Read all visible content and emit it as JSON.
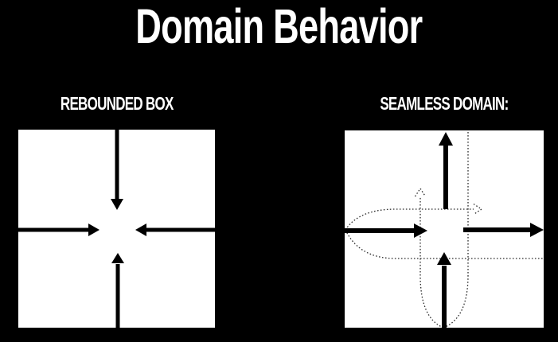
{
  "title": "Domain Behavior",
  "panels": {
    "left": {
      "label": "REBOUNDED BOX",
      "arrows": [
        {
          "name": "top-arrow",
          "direction": "down",
          "meaning": "velocity pushed inward from top edge"
        },
        {
          "name": "left-arrow",
          "direction": "right",
          "meaning": "velocity pushed inward from left edge"
        },
        {
          "name": "right-arrow",
          "direction": "left",
          "meaning": "velocity pushed inward from right edge"
        },
        {
          "name": "bottom-arrow",
          "direction": "up",
          "meaning": "velocity pushed inward from bottom edge"
        }
      ]
    },
    "right": {
      "label": "SEAMLESS DOMAIN:",
      "arrows": [
        {
          "name": "top-exit-arrow",
          "direction": "up",
          "meaning": "flow exits through top edge"
        },
        {
          "name": "left-entry-arrow",
          "direction": "right",
          "meaning": "flow re-enters from left edge"
        },
        {
          "name": "right-exit-arrow",
          "direction": "right",
          "meaning": "flow exits through right edge"
        },
        {
          "name": "bottom-entry-arrow",
          "direction": "up",
          "meaning": "flow re-enters from bottom edge"
        }
      ],
      "wrap_paths": [
        {
          "name": "horizontal-wrap-loop",
          "style": "dotted",
          "arrowhead": "right-chevron"
        },
        {
          "name": "vertical-wrap-loop",
          "style": "dotted",
          "arrowhead": "up-chevron"
        }
      ]
    }
  },
  "colors": {
    "background": "#000000",
    "box_fill": "#ffffff",
    "arrow": "#000000",
    "wrap_path": "#2e2e2e",
    "text": "#ffffff"
  }
}
